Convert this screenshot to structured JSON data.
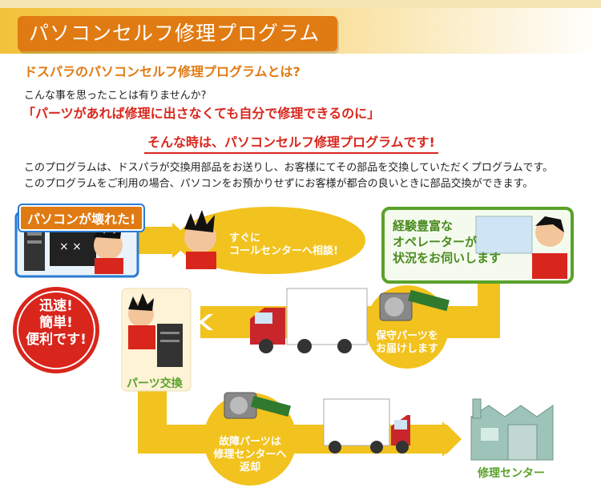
{
  "header": {
    "title": "パソコンセルフ修理プログラム"
  },
  "section": {
    "heading": "ドスパラのパソコンセルフ修理プログラムとは?",
    "intro": "こんな事を思ったことは有りませんか?",
    "quote": "「パーツがあれば修理に出さなくても自分で修理できるのに」",
    "tagline": "そんな時は、パソコンセルフ修理プログラムです!",
    "description": [
      "このプログラムは、ドスパラが交換用部品をお送りし、お客様にてその部品を交換していただくプログラムです。",
      "このプログラムをご利用の場合、パソコンをお預かりせずにお客様が都合の良いときに部品交換ができます。"
    ]
  },
  "flow": {
    "step1": "パソコンが壊れた!",
    "step2": [
      "すぐに",
      "コールセンターへ相談!"
    ],
    "step3": [
      "経験豊富な",
      "オペレーターが",
      "状況をお伺いします"
    ],
    "step4": [
      "保守パーツを",
      "お届けします"
    ],
    "step5": "パーツ交換",
    "step6": [
      "故障パーツは",
      "修理センターへ",
      "返却"
    ],
    "step7": "修理センター",
    "badge": [
      "迅速!",
      "簡単!",
      "便利です!"
    ]
  },
  "colors": {
    "orange": "#e07a12",
    "red": "#d9261c",
    "yellow": "#f2c21e",
    "green": "#5aa12b"
  }
}
